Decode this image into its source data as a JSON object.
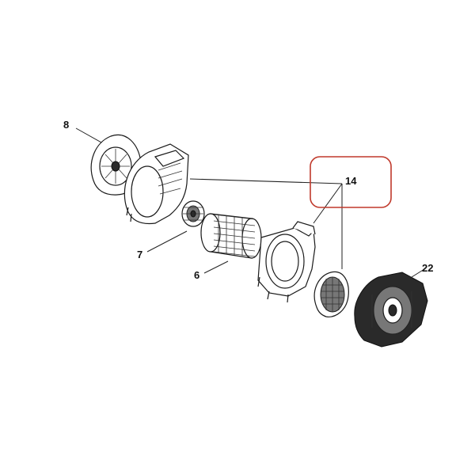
{
  "callouts": {
    "c8": "8",
    "c7": "7",
    "c6": "6",
    "c14": "14",
    "c22": "22"
  },
  "colors": {
    "highlight": "#c0392b",
    "line": "#222222",
    "background": "#ffffff"
  }
}
